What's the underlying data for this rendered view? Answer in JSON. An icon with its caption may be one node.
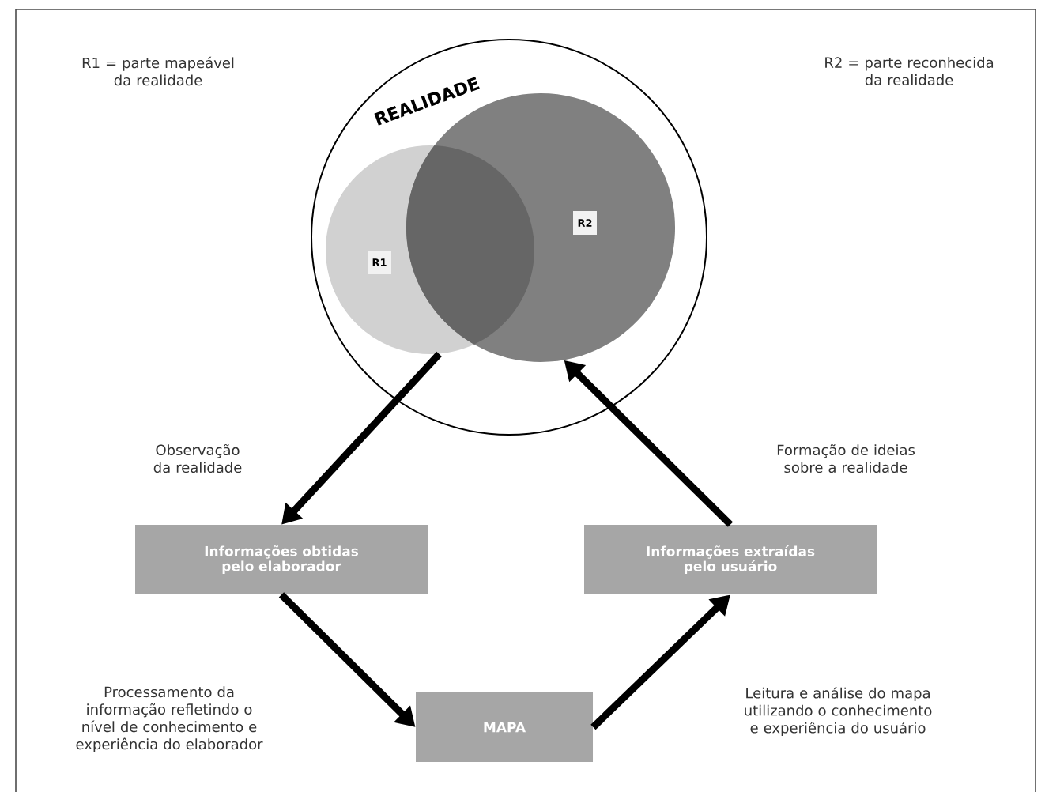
{
  "diagram": {
    "nodes": [
      {
        "text": [
          "REALIDADE"
        ]
      },
      {
        "text": [
          "R1"
        ],
        "in": 0
      },
      {
        "text": [
          "R2"
        ],
        "in": 0
      },
      {
        "text": [
          "Informações obtidas pelo elaborador"
        ]
      },
      {
        "text": [
          "Informações extraídas pelo usuário"
        ]
      },
      {
        "text": [
          "MAPA"
        ]
      }
    ],
    "edges": [
      {
        "from": 1,
        "to": 3,
        "arrow": "to",
        "label": "Observação da realidade"
      },
      {
        "from": 3,
        "to": 5,
        "arrow": "to"
      },
      {
        "from": 5,
        "to": 4,
        "arrow": "to"
      },
      {
        "from": 4,
        "to": 2,
        "arrow": "to",
        "label": "Formação de ideias sobre a realidade"
      }
    ],
    "labels": [
      "R1 = parte mapeável da realidade",
      "R2 = parte reconhecida da realidade",
      "Processamento da informação refletindo o nível de conhecimento e experiência do elaborador",
      "Leitura e análise do mapa utilizando o conhecimento e experiência do usuário"
    ]
  }
}
